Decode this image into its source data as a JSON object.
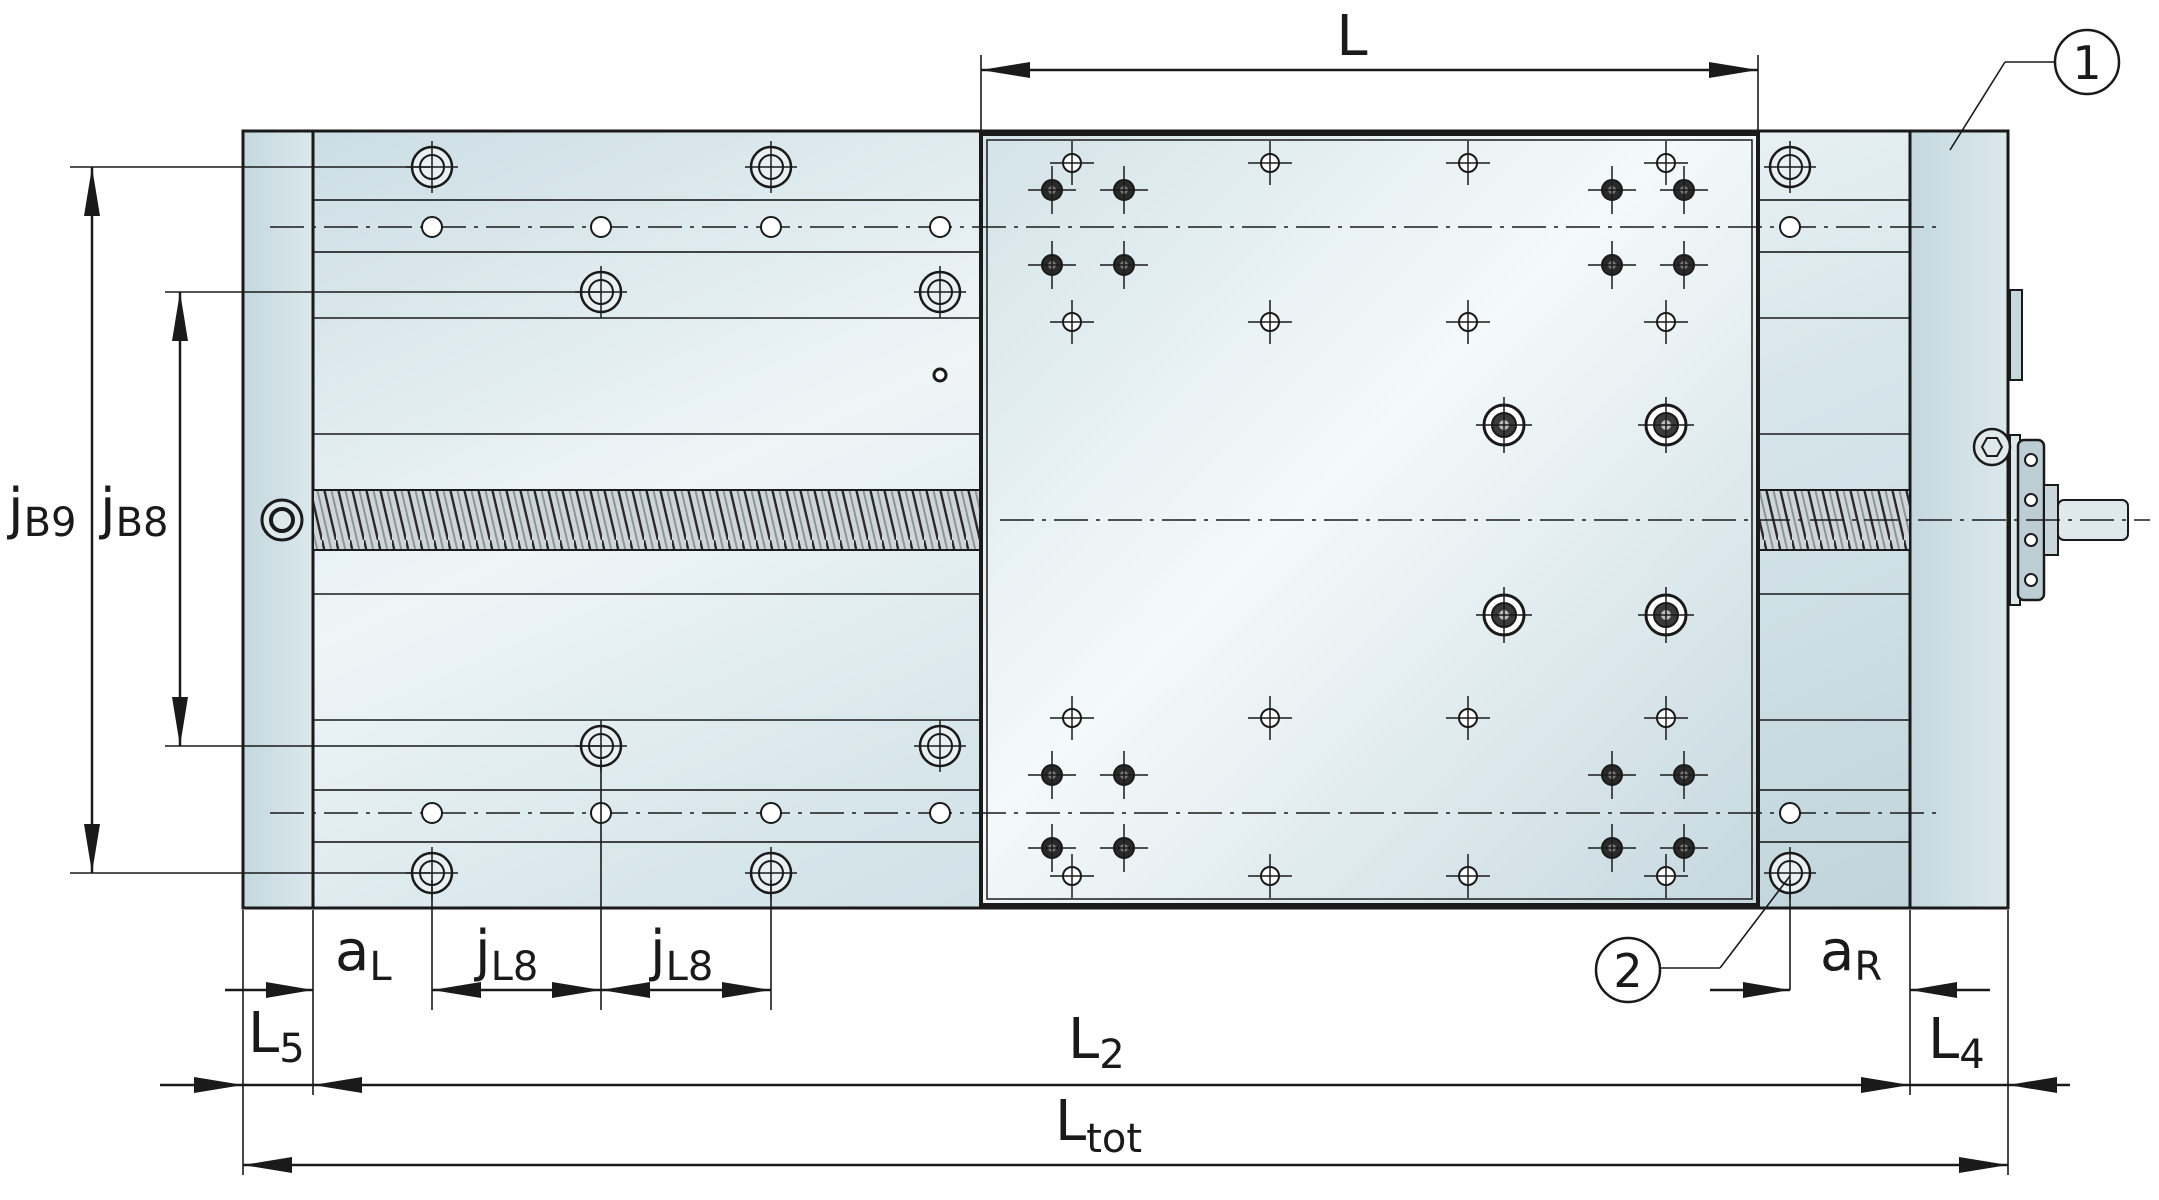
{
  "labels": {
    "L": "L",
    "L2": {
      "main": "L",
      "sub": "2"
    },
    "Ltot": {
      "main": "L",
      "sub": "tot"
    },
    "L4": {
      "main": "L",
      "sub": "4"
    },
    "L5": {
      "main": "L",
      "sub": "5"
    },
    "aL": {
      "main": "a",
      "sub": "L"
    },
    "aR": {
      "main": "a",
      "sub": "R"
    },
    "jL8_1": {
      "main": "j",
      "sub": "L8"
    },
    "jL8_2": {
      "main": "j",
      "sub": "L8"
    },
    "jB9": {
      "main": "j",
      "sub": "B9"
    },
    "jB8": {
      "main": "j",
      "sub": "B8"
    },
    "callout1": "1",
    "callout2": "2"
  },
  "colors": {
    "metal_light": "#e9f2f4",
    "metal_mid": "#cfe0e6",
    "metal_dark": "#b7ccd4",
    "line": "#1a1a1a"
  }
}
